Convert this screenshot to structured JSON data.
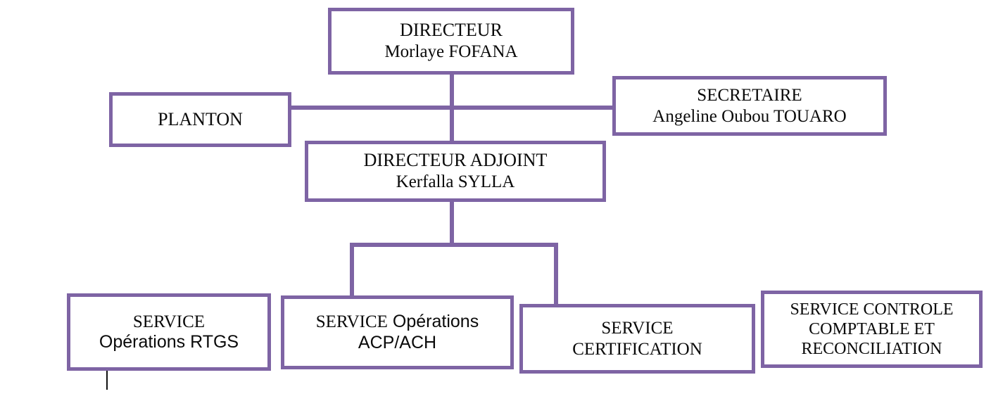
{
  "chart_data": {
    "type": "diagram",
    "title": "Organigramme",
    "accent_color": "#7E64A4",
    "background_color": "#FFFFFF",
    "text_color": "#0A0A0A",
    "nodes": [
      {
        "id": "directeur",
        "lines": [
          "DIRECTEUR",
          "Morlaye FOFANA"
        ],
        "level": 0
      },
      {
        "id": "planton",
        "lines": [
          "PLANTON"
        ],
        "level": 1
      },
      {
        "id": "secretaire",
        "lines": [
          "SECRETAIRE",
          "Angeline Oubou TOUARO"
        ],
        "level": 1
      },
      {
        "id": "directeur-adjoint",
        "lines": [
          "DIRECTEUR ADJOINT",
          "Kerfalla SYLLA"
        ],
        "level": 2
      },
      {
        "id": "service-rtgs",
        "lines": [
          "SERVICE",
          "Opérations RTGS"
        ],
        "level": 3
      },
      {
        "id": "service-acp-ach",
        "lines": [
          "SERVICE Opérations",
          "ACP/ACH"
        ],
        "level": 3
      },
      {
        "id": "service-certification",
        "lines": [
          "SERVICE",
          "CERTIFICATION"
        ],
        "level": 3
      },
      {
        "id": "service-controle",
        "lines": [
          "SERVICE CONTROLE",
          "COMPTABLE ET",
          "RECONCILIATION"
        ],
        "level": 3
      }
    ],
    "edges": [
      {
        "from": "directeur",
        "to": "directeur-adjoint"
      },
      {
        "from": "planton",
        "to": "secretaire"
      },
      {
        "from": "directeur-adjoint",
        "to": "service-acp-ach"
      },
      {
        "from": "directeur-adjoint",
        "to": "service-certification"
      }
    ]
  },
  "nodes": {
    "directeur": {
      "title": "DIRECTEUR",
      "name": "Morlaye FOFANA"
    },
    "planton": {
      "title": "PLANTON"
    },
    "secretaire": {
      "title": "SECRETAIRE",
      "name": "Angeline Oubou TOUARO"
    },
    "directeur_adjoint": {
      "title": "DIRECTEUR ADJOINT",
      "name": "Kerfalla SYLLA"
    },
    "service_rtgs": {
      "line1": "SERVICE",
      "line2": "Opérations RTGS"
    },
    "service_acp_ach": {
      "line1": "SERVICE",
      "line1b": " Opérations",
      "line2": "ACP/ACH"
    },
    "service_certification": {
      "line1": "SERVICE",
      "line2": "CERTIFICATION"
    },
    "service_controle": {
      "line1": "SERVICE CONTROLE",
      "line2": "COMPTABLE ET",
      "line3": "RECONCILIATION"
    }
  }
}
